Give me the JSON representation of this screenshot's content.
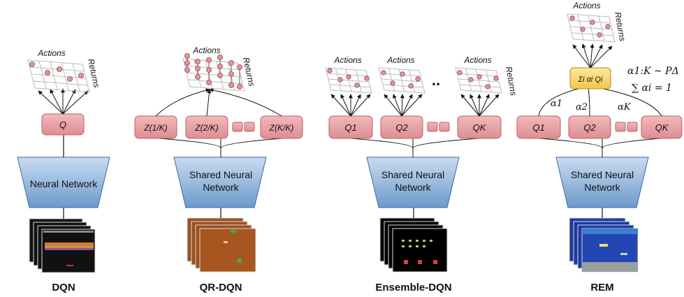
{
  "panels": [
    {
      "caption": "DQN",
      "network_label": [
        "Neural Network"
      ],
      "heads": [
        "Q"
      ],
      "plot": {
        "actions": "Actions",
        "returns": "Returns"
      }
    },
    {
      "caption": "QR-DQN",
      "network_label": [
        "Shared Neural",
        "Network"
      ],
      "heads": [
        "Z(1/K)",
        "Z(2/K)",
        "Z(K/K)"
      ],
      "plot": {
        "actions": "Actions",
        "returns": "Returns"
      }
    },
    {
      "caption": "Ensemble-DQN",
      "network_label": [
        "Shared Neural",
        "Network"
      ],
      "heads": [
        "Q1",
        "Q2",
        "QK"
      ],
      "plot": {
        "actions": "Actions",
        "returns": "Returns"
      },
      "ellipsis": ".."
    },
    {
      "caption": "REM",
      "network_label": [
        "Shared Neural",
        "Network"
      ],
      "heads": [
        "Q1",
        "Q2",
        "QK"
      ],
      "plot": {
        "actions": "Actions",
        "returns": "Returns"
      },
      "combiner": "Σi αi Qi",
      "weights": [
        "α1",
        "α2",
        "αK"
      ],
      "formula": [
        "α1:K ∼ PΔ",
        "∑ αi = 1"
      ]
    }
  ],
  "colors": {
    "head_fill": "#e9a3a7",
    "head_stroke": "#b86066",
    "net_fill_top": "#c4d9ef",
    "net_fill_bottom": "#6f9ccc",
    "combiner_fill": "#f6d35a",
    "dot": "#d9888c"
  }
}
